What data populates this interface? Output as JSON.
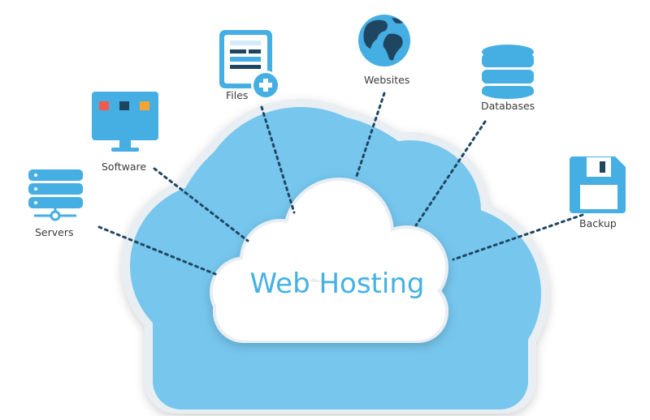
{
  "center": {
    "title": "Web Hosting"
  },
  "nodes": [
    {
      "id": "servers",
      "label": "Servers",
      "icon": "servers-icon"
    },
    {
      "id": "software",
      "label": "Software",
      "icon": "monitor-icon"
    },
    {
      "id": "files",
      "label": "Files",
      "icon": "document-add-icon"
    },
    {
      "id": "websites",
      "label": "Websites",
      "icon": "globe-icon"
    },
    {
      "id": "databases",
      "label": "Databases",
      "icon": "database-icon"
    },
    {
      "id": "backup",
      "label": "Backup",
      "icon": "floppy-disk-icon"
    }
  ],
  "colors": {
    "cloud_outer": "#76c6ee",
    "cloud_inner": "#ffffff",
    "icon_blue": "#45aee3",
    "icon_dark": "#1f4661",
    "connector": "#1f4661",
    "title": "#45b1e4"
  }
}
